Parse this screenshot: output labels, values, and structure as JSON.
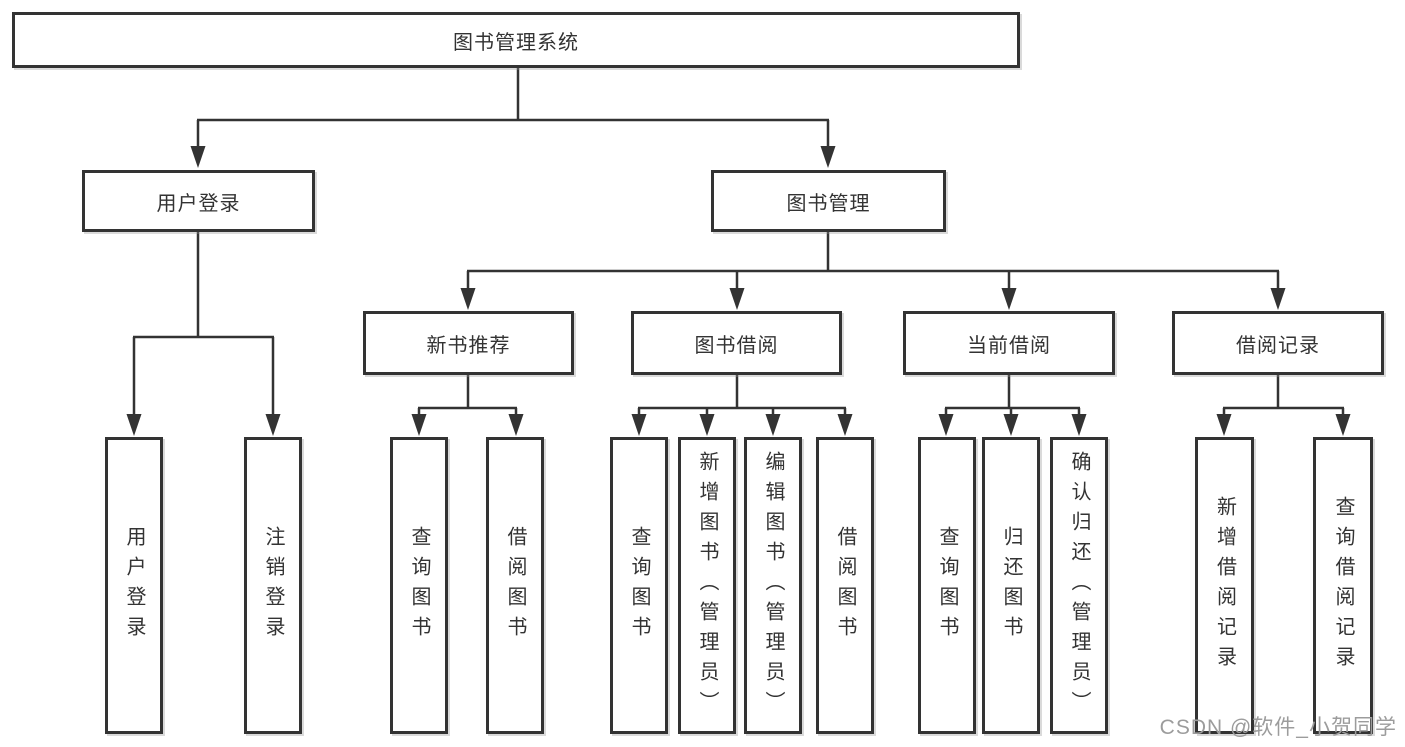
{
  "tree": {
    "root": "图书管理系统",
    "children": [
      {
        "label": "用户登录",
        "children": [
          "用户登录",
          "注销登录"
        ]
      },
      {
        "label": "图书管理",
        "children": [
          {
            "label": "新书推荐",
            "children": [
              "查询图书",
              "借阅图书"
            ]
          },
          {
            "label": "图书借阅",
            "children": [
              "查询图书",
              "新增图书（管理员）",
              "编辑图书（管理员）",
              "借阅图书"
            ]
          },
          {
            "label": "当前借阅",
            "children": [
              "查询图书",
              "归还图书",
              "确认归还（管理员）"
            ]
          },
          {
            "label": "借阅记录",
            "children": [
              "新增借阅记录",
              "查询借阅记录"
            ]
          }
        ]
      }
    ]
  },
  "watermark": "CSDN @软件_小贺同学",
  "colors": {
    "line": "#333333",
    "box_border": "#333333",
    "text": "#333333",
    "watermark": "#9c9c9c",
    "background": "#ffffff"
  }
}
